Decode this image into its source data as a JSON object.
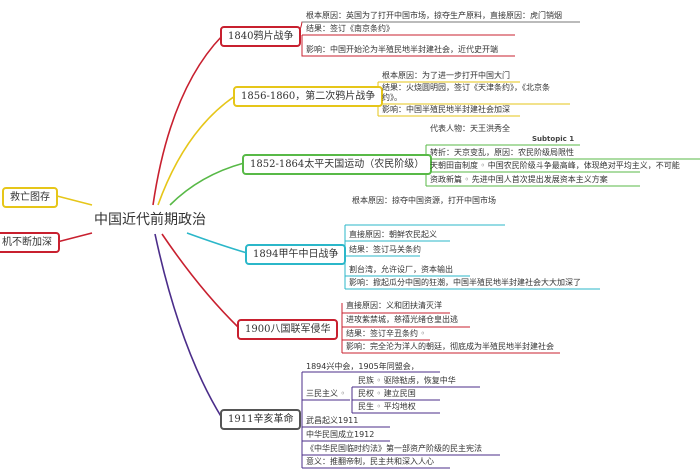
{
  "center": "中国近代前期政治",
  "left_nodes": [
    "救亡图存",
    "机不断加深"
  ],
  "branches": [
    {
      "title": "1840鸦片战争",
      "color": "#c8202f",
      "leaves": [
        "根本原因：英国为了打开中国市场，掠夺生产原料，直接原因：虎门销烟",
        "结果：签订《南京条约》",
        "影响：中国开始沦为半殖民地半封建社会，近代史开端"
      ]
    },
    {
      "title": "1856-1860，第二次鸦片战争",
      "color": "#e6c619",
      "leaves": [
        "根本原因：为了进一步打开中国大门",
        "结果：火烧圆明园，签订《天津条约》，《北京条",
        "约》。",
        "影响：中国半殖民地半封建社会加深"
      ]
    },
    {
      "title": "1852-1864太平天国运动（农民阶级）",
      "color": "#58b947",
      "leaves": [
        "代表人物：天王洪秀全",
        "转折：天京变乱，原因：农民阶级局限性",
        "天朝田亩制度 ◦ 中国农民阶级斗争最高峰，体现绝对平均主义，不可能",
        "资政新篇 ◦ 先进中国人首次提出发展资本主义方案"
      ],
      "subtopic": "Subtopic 1"
    },
    {
      "title": "1894甲午中日战争",
      "color": "#2bb7c9",
      "pre_leaf": "根本原因：掠夺中国资源，打开中国市场",
      "leaves": [
        "直接原因：朝鲜农民起义",
        "结果：签订马关条约",
        "割台湾，允许设厂，资本输出",
        "影响：掀起瓜分中国的狂潮，中国半殖民地半封建社会大大加深了"
      ]
    },
    {
      "title": "1900八国联军侵华",
      "color": "#c8202f",
      "leaves": [
        "直接原因：义和团扶清灭洋",
        "进攻紫禁城，慈禧光绪仓皇出逃",
        "结果：签订辛丑条约 ◦",
        "影响：完全沦为洋人的朝廷，彻底成为半殖民地半封建社会"
      ]
    },
    {
      "title": "1911辛亥革命",
      "color": "#4b2d8a",
      "leaves": [
        "1894兴中会，1905年同盟会，",
        "三民主义 ◦",
        "武昌起义1911",
        "中华民国成立1912",
        "《中华民国临时约法》第一部资产阶级的民主宪法",
        "意义：推翻帝制，民主共和深入人心"
      ],
      "sanmin": [
        "民族 ◦ 驱除鞑虏，恢复中华",
        "民权 ◦ 建立民国",
        "民生 ◦ 平均地权"
      ]
    }
  ]
}
